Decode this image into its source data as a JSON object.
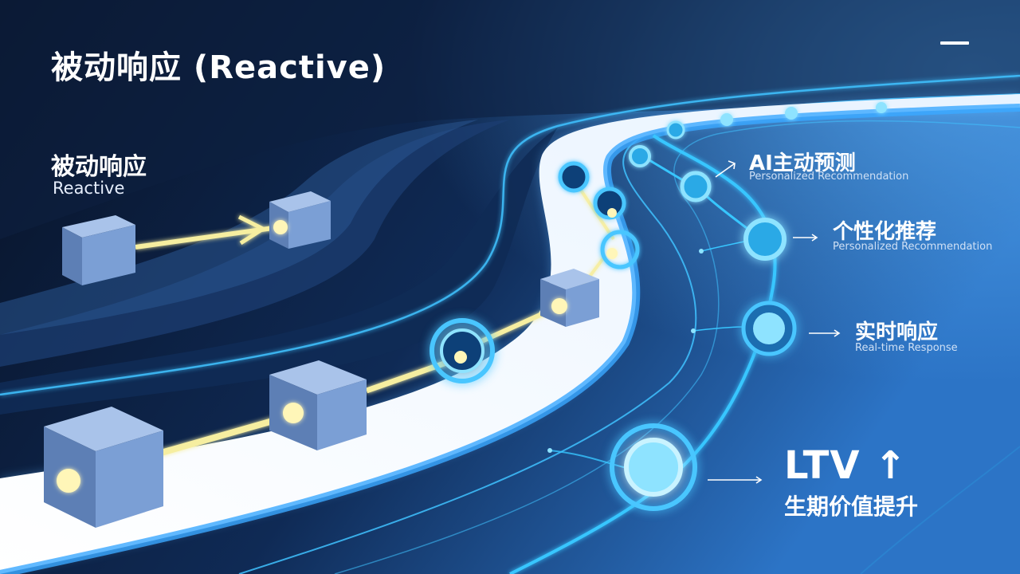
{
  "slide": {
    "title": "被动响应 (Reactive)",
    "left_label": {
      "cn": "被动响应",
      "en": "Reactive"
    },
    "labels": [
      {
        "cn": "AI主动预测",
        "en": "Personalized Recommendation"
      },
      {
        "cn": "个性化推荐",
        "en": "Personalized Recommendation"
      },
      {
        "cn": "实时响应",
        "en": "Real-time Response"
      }
    ],
    "ltv": {
      "big": "LTV ↑",
      "cn": "生期价值提升"
    },
    "menu_icon": "menu-icon"
  },
  "colors": {
    "background_dark": "#0a1630",
    "background_light": "#2a6fc0",
    "road": "#f4f9ff",
    "glow": "#49c6ff",
    "cube": "#7fa3d6",
    "beam": "#f6eea0"
  }
}
